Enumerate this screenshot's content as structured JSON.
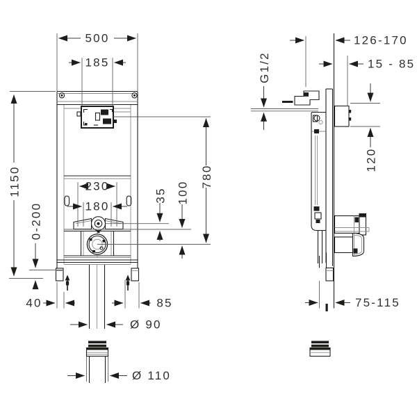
{
  "drawing": {
    "background": "#ffffff",
    "line_color": "#1d1d1b",
    "text_color": "#2f2f2f"
  },
  "front_view": {
    "dims": {
      "overall_width": "500",
      "tank_width": "185",
      "height": "1150",
      "leg_adjustment": "0-200",
      "left_offset": "40",
      "right_offset": "85",
      "outlet_pipe": "Ø 90",
      "sleeve": "Ø 110",
      "outer_fixing": "230",
      "inner_fixing": "180",
      "inlet_gap": "35",
      "inlet_to_outlet": "100",
      "plate_height": "780"
    }
  },
  "side_view": {
    "dims": {
      "depth_range": "126-170",
      "finish_depth": "15 - 85",
      "thread": "G1/2",
      "opening_height": "120",
      "outlet_depth": "75-115"
    }
  }
}
